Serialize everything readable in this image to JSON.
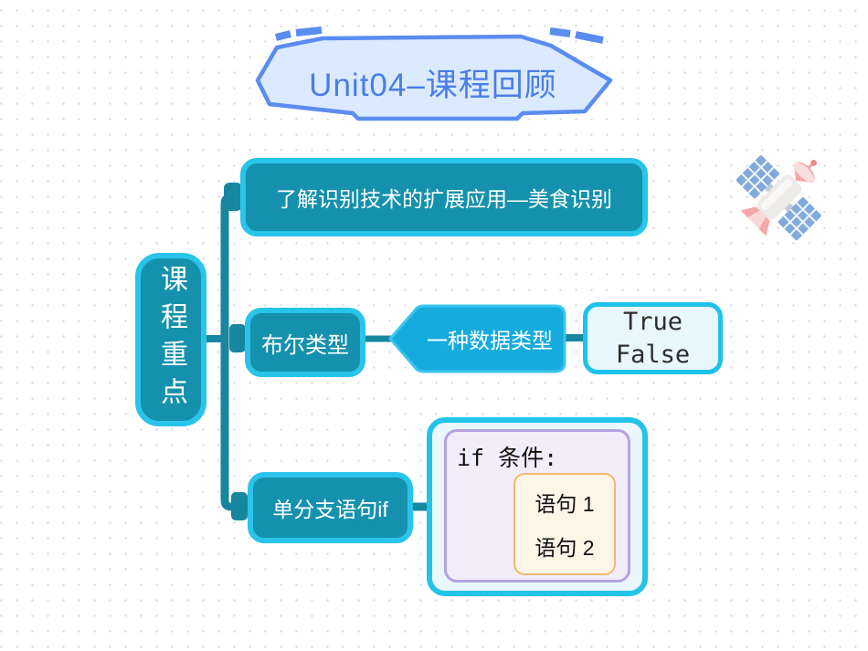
{
  "title": {
    "text": "Unit04–课程回顾"
  },
  "root": {
    "label": "课程重点"
  },
  "branches": {
    "recognition": {
      "label": "了解识别技术的扩展应用—美食识别"
    },
    "boolean": {
      "label": "布尔类型",
      "description": "一种数据类型",
      "values": {
        "line1": "True",
        "line2": "False"
      }
    },
    "if_statement": {
      "label": "单分支语句if",
      "code": {
        "header": "if 条件:",
        "statement1": "语句 1",
        "statement2": "语句 2"
      }
    }
  },
  "icons": {
    "satellite": "satellite-icon"
  },
  "colors": {
    "node_fill": "#1591ad",
    "node_border": "#2ac4ea",
    "connector": "#16879f",
    "banner_fill": "#dbeafe",
    "banner_border": "#5b8cf0",
    "banner_text": "#4a7de8",
    "pentagon_fill": "#16abdd",
    "pentagon_border": "#3cc6ef",
    "value_box_fill": "#e8f7fc",
    "value_box_border": "#1dc2eb",
    "code_outer_fill": "#eaf7fc",
    "code_outer_border": "#23c3ea",
    "code_inner_fill": "#f2edfa",
    "code_inner_border": "#b4a3e0",
    "statement_fill": "#fdf5e6",
    "statement_border": "#efb96f"
  }
}
